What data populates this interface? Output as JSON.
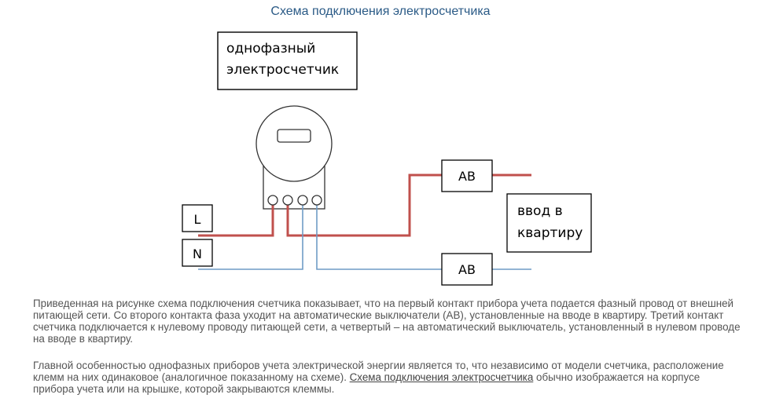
{
  "title": "Схема подключения электросчетчика",
  "diagram": {
    "meter_label_line1": "однофазный",
    "meter_label_line2": "электросчетчик",
    "breaker_top": "АВ",
    "breaker_bottom": "АВ",
    "phase": "L",
    "neutral": "N",
    "apartment_line1": "ввод в",
    "apartment_line2": "квартиру",
    "colors": {
      "phase_wire": "#c0504d",
      "neutral_wire": "#6f9cc6"
    }
  },
  "paragraphs": {
    "p1": "Приведенная на рисунке схема подключения счетчика показывает, что на первый контакт прибора учета подается фазный провод от внешней питающей сети. Со второго контакта фаза уходит на автоматические выключатели (АВ), установленные на вводе в квартиру. Третий контакт счетчика подключается к нулевому проводу питающей сети, а четвертый – на автоматический выключатель, установленный в нулевом проводе на вводе в квартиру.",
    "p2_before": "Главной особенностью однофазных приборов учета электрической энергии является то, что независимо от модели счетчика, расположение клемм на них одинаковое (аналогичное показанному на схеме). ",
    "p2_link": "Схема подключения электросчетчика",
    "p2_after": " обычно изображается на корпусе прибора учета или на крышке, которой закрываются клеммы."
  }
}
